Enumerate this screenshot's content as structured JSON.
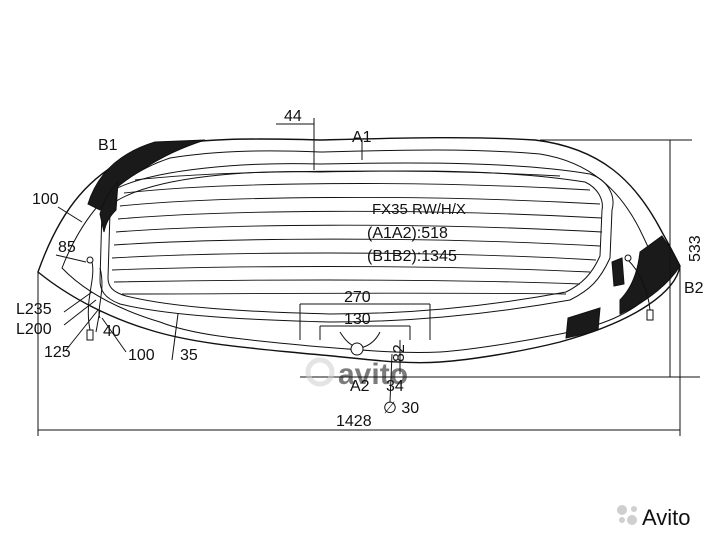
{
  "part": {
    "model": "FX35 RW/H/X",
    "a1a2": "(A1A2):518",
    "b1b2": "(B1B2):1345"
  },
  "points": {
    "a1": "A1",
    "a2": "A2",
    "b1": "B1",
    "b2": "B2"
  },
  "dimensions": {
    "top_offset": "44",
    "left_100": "100",
    "left_85": "85",
    "l235": "L235",
    "l200": "L200",
    "d40": "40",
    "d125": "125",
    "bottom_100": "100",
    "d35": "35",
    "d270": "270",
    "d130": "130",
    "d82": "82",
    "d34": "34",
    "hole": "∅ 30",
    "height": "533",
    "width": "1428"
  },
  "watermarks": {
    "center": "avito",
    "corner": "Avito"
  },
  "colors": {
    "line": "#111111",
    "fill": "#ffffff",
    "ceramic": "#1a1a1a",
    "watermark": "#d9d9d9"
  }
}
